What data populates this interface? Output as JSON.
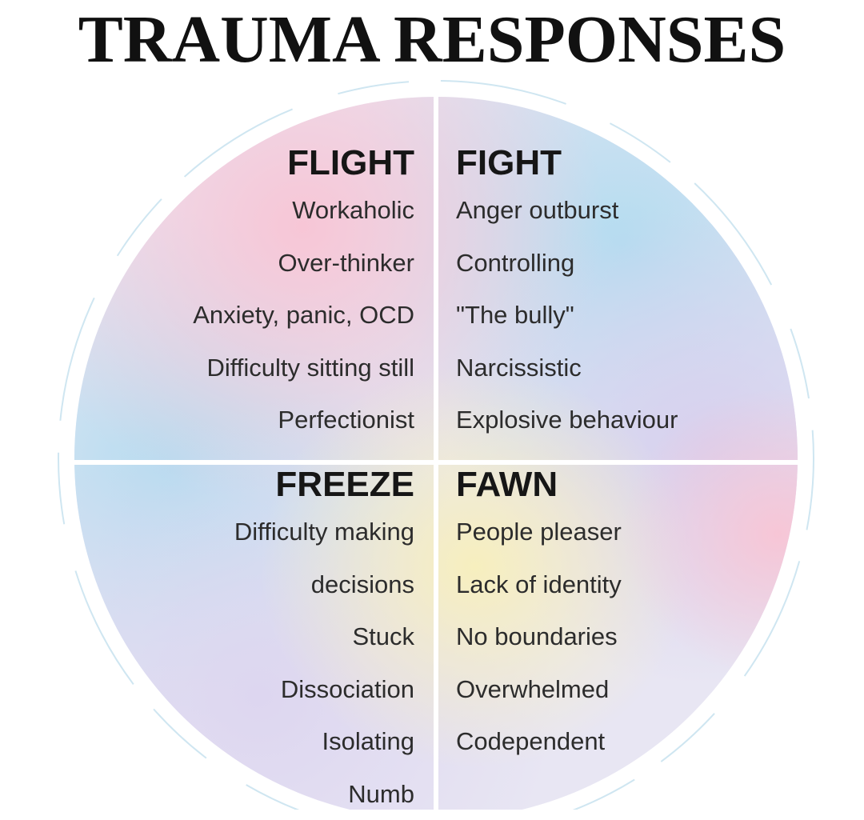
{
  "title": "TRAUMA RESPONSES",
  "colors": {
    "title": "#111111",
    "text": "#2c2c2c",
    "pink": "#f7c6d6",
    "blue": "#b4dcf0",
    "lavender": "#d8d0ee",
    "yellow": "#f7efbe",
    "divider": "#ffffff"
  },
  "quadrants": {
    "flight": {
      "heading": "FLIGHT",
      "items": [
        "Workaholic",
        "Over-thinker",
        "Anxiety, panic, OCD",
        "Difficulty sitting still",
        "Perfectionist"
      ]
    },
    "fight": {
      "heading": "FIGHT",
      "items": [
        "Anger outburst",
        "Controlling",
        "\"The bully\"",
        "Narcissistic",
        "Explosive behaviour"
      ]
    },
    "freeze": {
      "heading": "FREEZE",
      "items": [
        "Difficulty making",
        "decisions",
        "Stuck",
        "Dissociation",
        "Isolating",
        "Numb"
      ]
    },
    "fawn": {
      "heading": "FAWN",
      "items": [
        "People pleaser",
        "Lack of identity",
        "No boundaries",
        "Overwhelmed",
        "Codependent"
      ]
    }
  }
}
